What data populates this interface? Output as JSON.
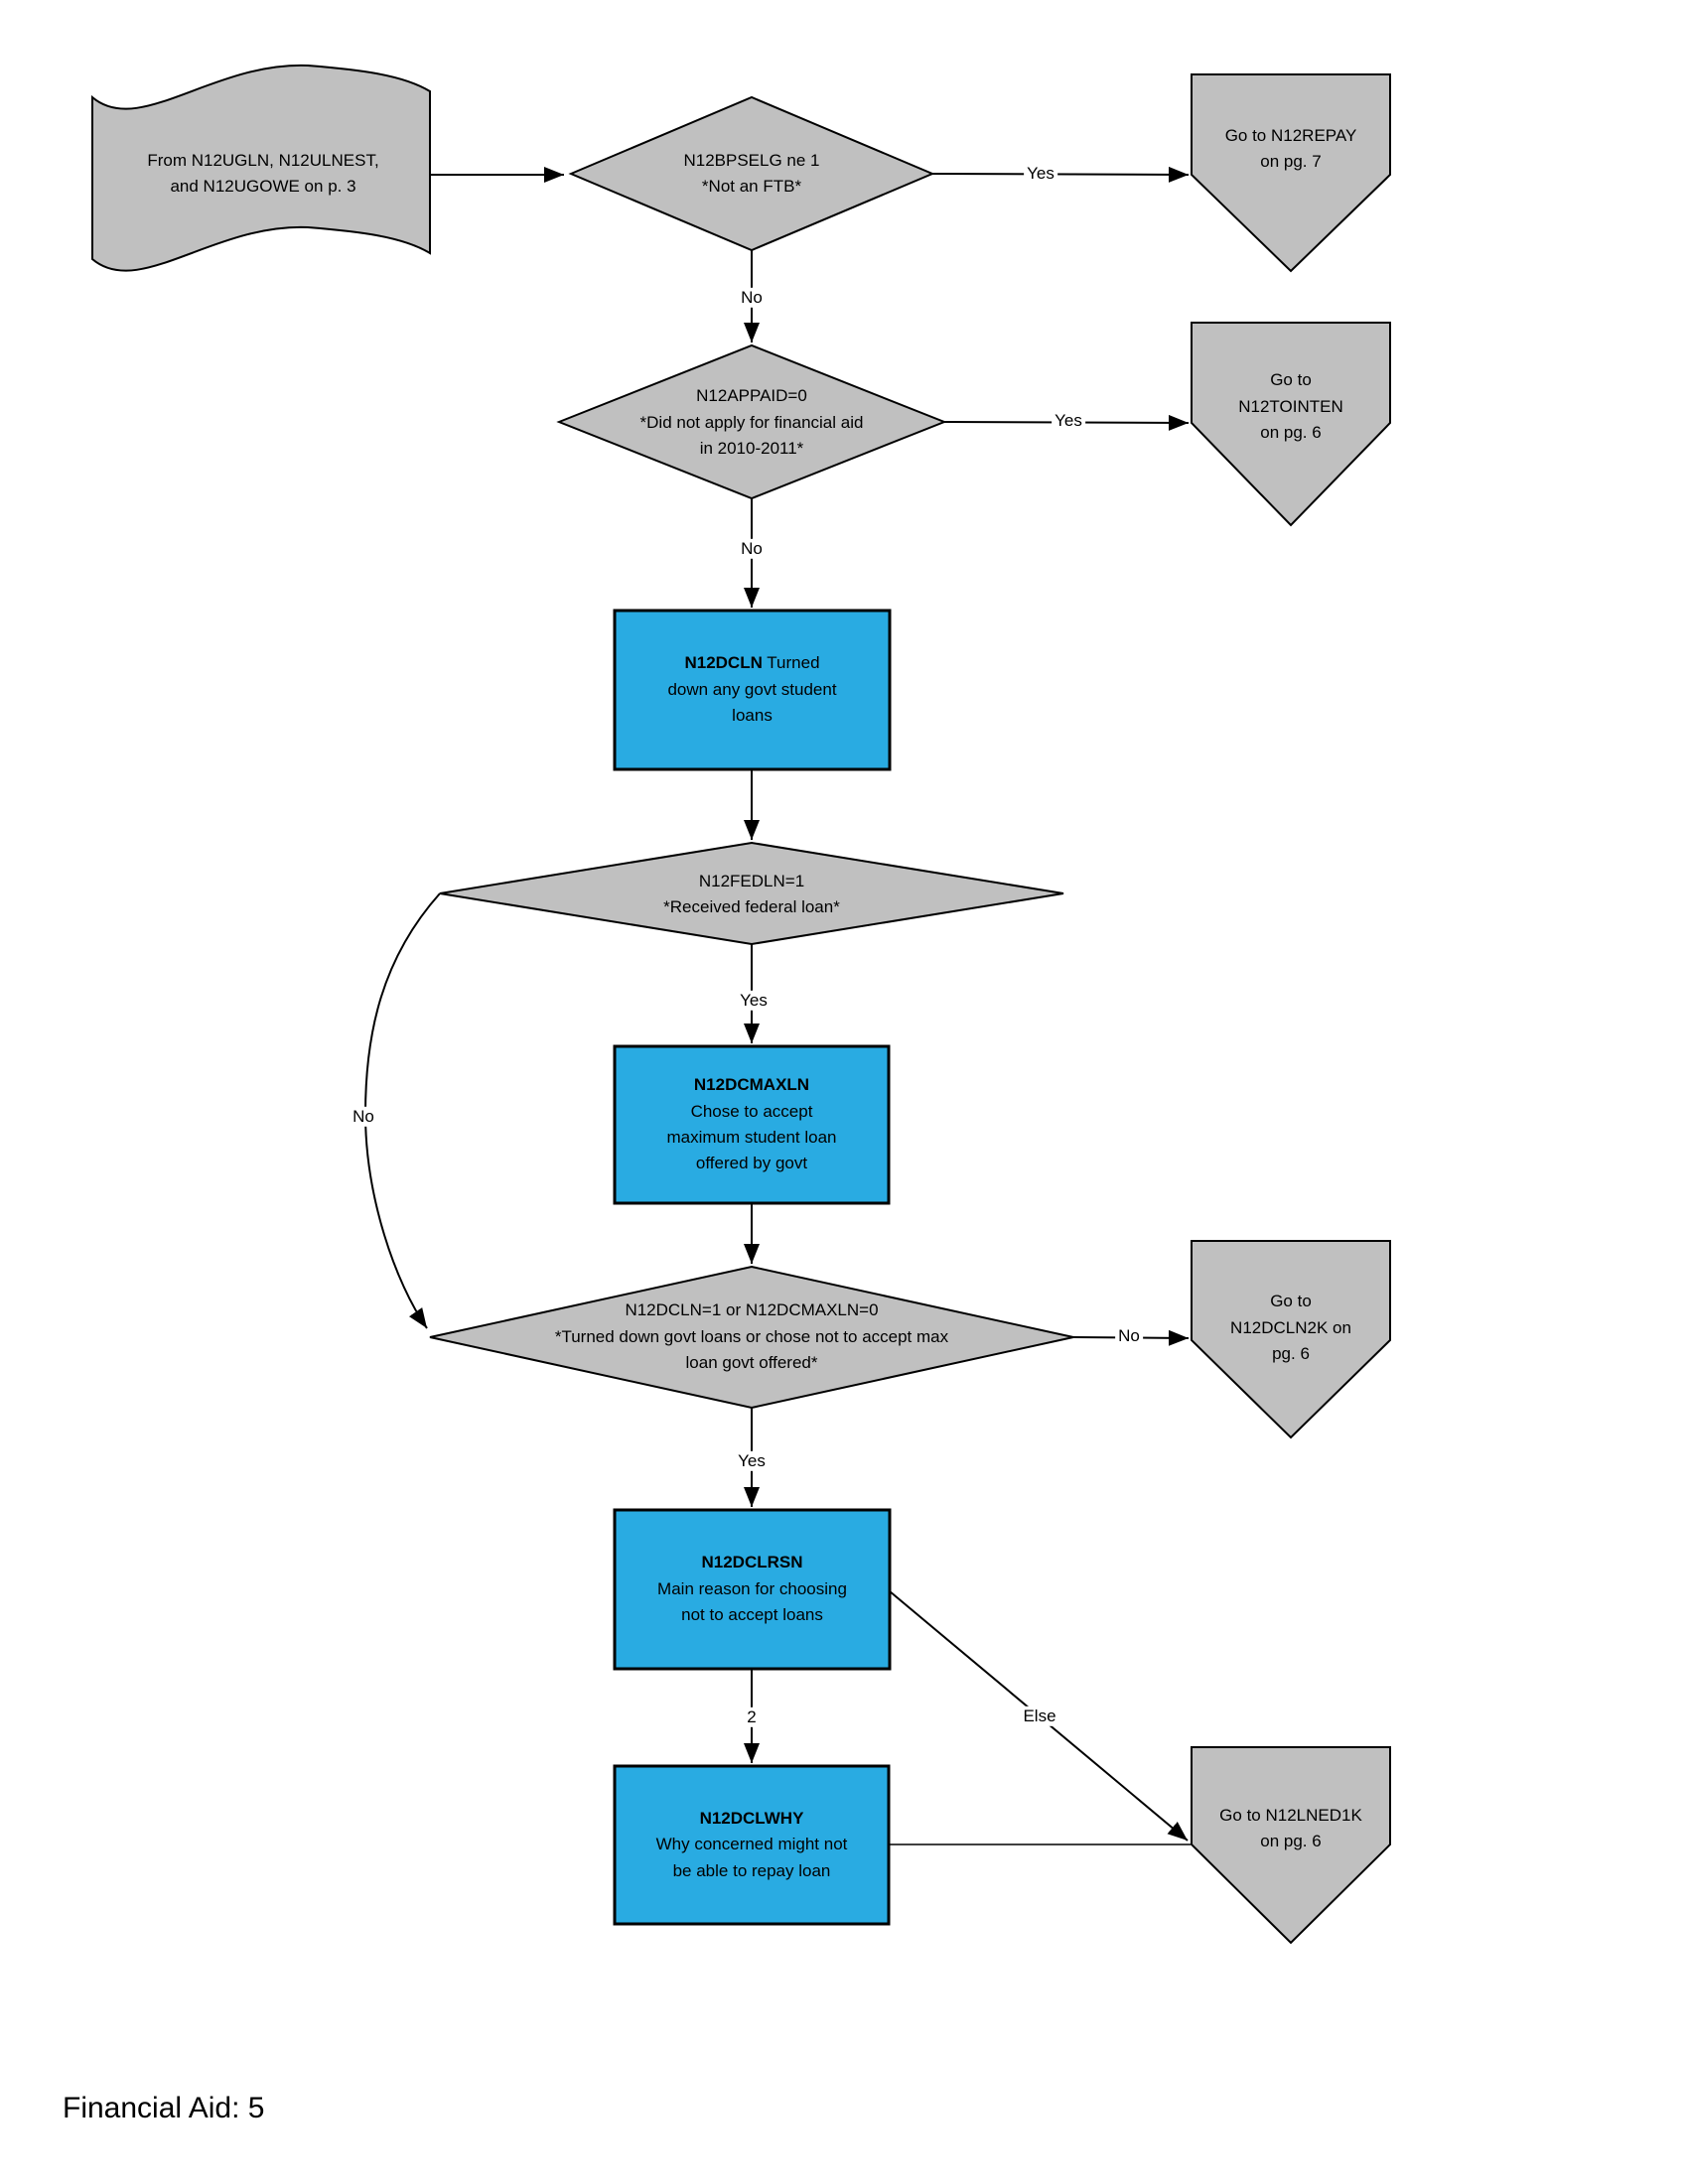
{
  "page": {
    "footer": "Financial Aid: 5"
  },
  "colors": {
    "node_gray": "#c0c0c0",
    "node_blue": "#29abe2",
    "line": "#000000"
  },
  "nodes": {
    "start_flag": {
      "text": "From N12UGLN, N12ULNEST,\nand N12UGOWE on p. 3"
    },
    "decision_bpselg": {
      "text": "N12BPSELG ne 1\n*Not an FTB*"
    },
    "offpage_repay": {
      "text": "Go to N12REPAY\non pg. 7"
    },
    "decision_appaid": {
      "text": "N12APPAID=0\n*Did not apply for financial aid\nin 2010-2011*"
    },
    "offpage_tointen": {
      "text": "Go to\nN12TOINTEN\non pg. 6"
    },
    "process_dcln": {
      "name": "N12DCLN",
      "desc": "Turned\ndown any govt student\nloans"
    },
    "decision_fedln": {
      "text": "N12FEDLN=1\n*Received federal loan*"
    },
    "process_dcmaxln": {
      "name": "N12DCMAXLN",
      "desc": "Chose to accept\nmaximum student loan\noffered by govt"
    },
    "decision_dcln_dcmaxln": {
      "text": "N12DCLN=1 or N12DCMAXLN=0\n*Turned down govt loans or chose not to accept max\nloan govt offered*"
    },
    "offpage_dcln2k": {
      "text": "Go to\nN12DCLN2K on\npg. 6"
    },
    "process_dclrsn": {
      "name": "N12DCLRSN",
      "desc": "Main reason for choosing\nnot to accept loans"
    },
    "process_dclwhy": {
      "name": "N12DCLWHY",
      "desc": "Why concerned might not\nbe able to repay loan"
    },
    "offpage_lned1k": {
      "text": "Go to N12LNED1K\non pg. 6"
    }
  },
  "labels": {
    "d1_yes": "Yes",
    "d1_no": "No",
    "d2_yes": "Yes",
    "d2_no": "No",
    "d3_yes": "Yes",
    "d3_no": "No",
    "d4_yes": "Yes",
    "d4_no": "No",
    "b3_branch_2": "2",
    "b3_branch_else": "Else"
  }
}
